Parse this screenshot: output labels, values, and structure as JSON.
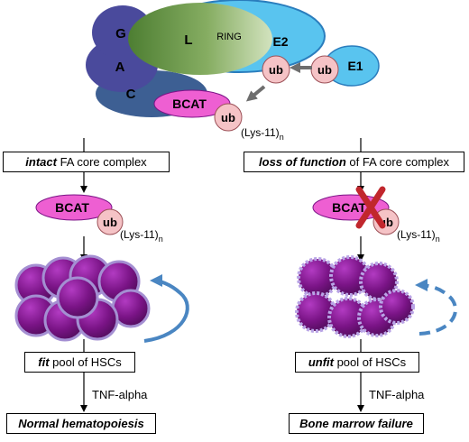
{
  "complex": {
    "subunit_g": "G",
    "subunit_a": "A",
    "subunit_c": "C",
    "subunit_l": "L",
    "ring": "RING",
    "e2": "E2",
    "e1": "E1",
    "ub": "ub",
    "bcat": "BCAT",
    "lys_label": "(Lys-11)",
    "lys_subscript": "n"
  },
  "left": {
    "status_emph": "intact",
    "status_rest": " FA core complex",
    "bcat": "BCAT",
    "ub": "ub",
    "lys_label": "(Lys-11)",
    "lys_subscript": "n",
    "pool_emph": "fit",
    "pool_rest": " pool of HSCs",
    "signal": "TNF-alpha",
    "outcome": "Normal hematopoiesis"
  },
  "right": {
    "status_emph": "loss of function",
    "status_rest": " of FA core complex",
    "bcat": "BCAT",
    "ub": "ub",
    "lys_label": "(Lys-11)",
    "lys_subscript": "n",
    "pool_emph": "unfit",
    "pool_rest": " pool of HSCs",
    "signal": "TNF-alpha",
    "outcome": "Bone marrow failure"
  },
  "colors": {
    "subunit_dark": "#4a4a9c",
    "subunit_c": "#3d5f93",
    "l_green": "#7ea85a",
    "e2_blue": "#59c4ef",
    "bcat_pink": "#ee5fd2",
    "ub_pink": "#f5c3c6",
    "cell_purple": "#7a1486",
    "arrow_blue": "#4a86c2",
    "cross_red": "#c1272d"
  }
}
